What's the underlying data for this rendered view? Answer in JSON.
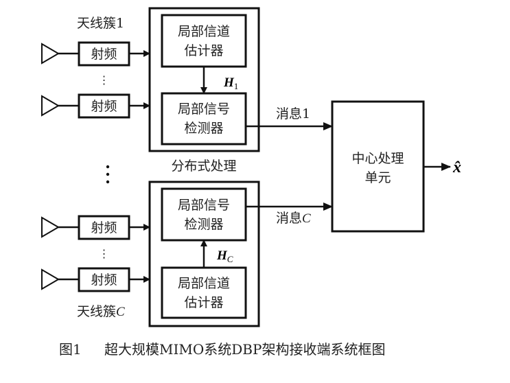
{
  "diagram": {
    "antenna_clusters": [
      {
        "label_prefix": "天线簇",
        "label_index": "1",
        "rf_labels": [
          "射频",
          "射频"
        ],
        "vertical_ellipsis": "⋮"
      },
      {
        "label_prefix": "天线簇",
        "label_index": "C",
        "rf_labels": [
          "射频",
          "射频"
        ],
        "vertical_ellipsis": "⋮"
      }
    ],
    "cluster_ellipsis": "⋮",
    "distributed_processing_label": "分布式处理",
    "local_units": [
      {
        "channel_estimator": [
          "局部信道",
          "估计器"
        ],
        "signal_detector": [
          "局部信号",
          "检测器"
        ],
        "channel_symbol": "H",
        "channel_subscript": "1",
        "message_prefix": "消息",
        "message_index": "1"
      },
      {
        "channel_estimator": [
          "局部信道",
          "估计器"
        ],
        "signal_detector": [
          "局部信号",
          "检测器"
        ],
        "channel_symbol": "H",
        "channel_subscript": "C",
        "message_prefix": "消息",
        "message_index": "C"
      }
    ],
    "central_unit": [
      "中心处理",
      "单元"
    ],
    "output_symbol": "x̂"
  },
  "caption": {
    "figure_label": "图1",
    "text": "超大规模MIMO系统DBP架构接收端系统框图"
  }
}
